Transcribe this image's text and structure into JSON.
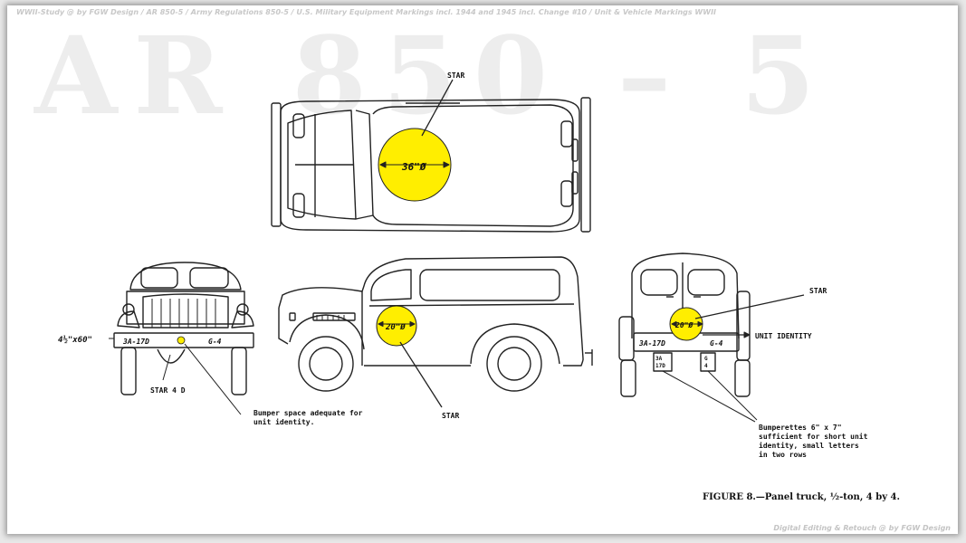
{
  "watermark": {
    "top": "WWII-Study @ by FGW Design / AR 850-5 / Army Regulations 850-5 / U.S. Military Equipment Markings incl. 1944 and 1945 incl. Change #10 / Unit & Vehicle Markings WWII",
    "big": "AR 850 – 5",
    "bottom": "Digital Editing & Retouch @ by FGW Design"
  },
  "labels": {
    "top_star": "STAR",
    "top_diameter": "36\"Ø",
    "side_diameter": "20\"Ø",
    "side_star": "STAR",
    "front_dims": "4½\"x60\"",
    "front_bumper_left": "3A-17D",
    "front_bumper_right": "G-4",
    "front_star": "STAR 4 D",
    "rear_star": "STAR",
    "rear_diameter": "20\"Ø",
    "rear_unit_identity": "UNIT IDENTITY",
    "rear_bumper_left": "3A-17D",
    "rear_bumper_right": "G-4",
    "rear_plate_left_1": "3A",
    "rear_plate_left_2": "17D",
    "rear_plate_right_1": "G",
    "rear_plate_right_2": "4"
  },
  "notes": {
    "bumper_space": [
      "Bumper space adequate for",
      "unit identity."
    ],
    "bumperettes": [
      "Bumperettes 6\" x 7\"",
      "sufficient for short unit",
      "identity, small letters",
      "in two rows"
    ]
  },
  "caption": "FIGURE 8.—Panel truck, ½-ton, 4 by 4.",
  "colors": {
    "star_fill": "#ffee00",
    "line": "#222222"
  }
}
